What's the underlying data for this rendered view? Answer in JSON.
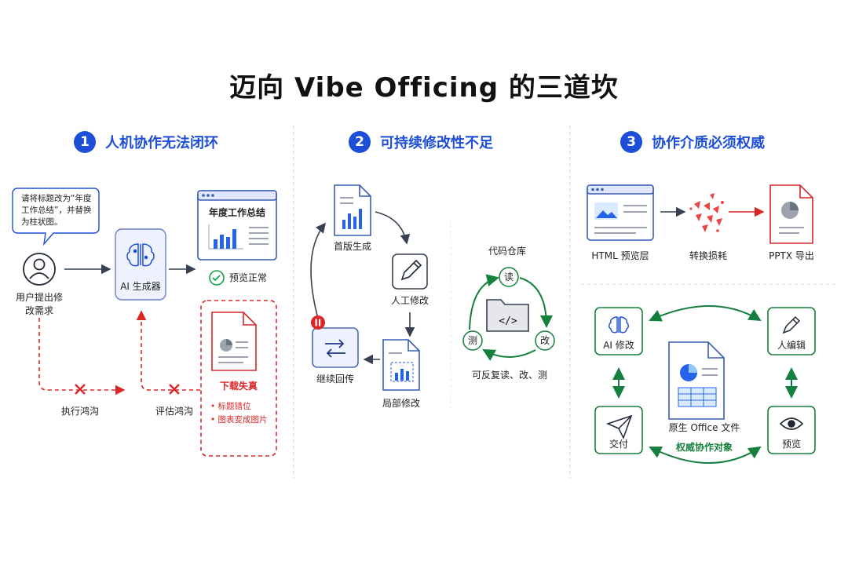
{
  "title": "迈向 Vibe Officing 的三道坎",
  "sections": [
    {
      "num": "1",
      "title": "人机协作无法闭环"
    },
    {
      "num": "2",
      "title": "可持续修改性不足"
    },
    {
      "num": "3",
      "title": "协作介质必须权威"
    }
  ],
  "s1": {
    "bubble": "请将标题改为“年度工作总结”，并替换为柱状图。",
    "user_label": "用户提出修改需求",
    "ai_label": "AI 生成器",
    "doc_title": "年度工作总结",
    "preview_ok": "预览正常",
    "download_title": "下载失真",
    "bullets": [
      "• 标题错位",
      "• 图表变成图片"
    ],
    "exec_label": "执行鸿沟",
    "eval_label": "评估鸿沟"
  },
  "s2": {
    "first_gen": "首版生成",
    "manual_edit": "人工修改",
    "partial_edit": "局部修改",
    "continue": "继续回传",
    "repo": "代码仓库",
    "read": "读",
    "edit": "改",
    "test": "测",
    "cycle": "可反复读、改、测"
  },
  "s3": {
    "html_layer": "HTML 预览层",
    "loss": "转换损耗",
    "pptx": "PPTX 导出",
    "ai_edit": "AI 修改",
    "human_edit": "人编辑",
    "deliver": "交付",
    "preview": "预览",
    "native": "原生 Office 文件",
    "authority": "权威协作对象"
  },
  "colors": {
    "accent": "#1d4ed8",
    "error": "#dc2626",
    "ok": "#16a34a",
    "node": "#eef2ff",
    "nodeStroke": "#4b6cb7"
  }
}
